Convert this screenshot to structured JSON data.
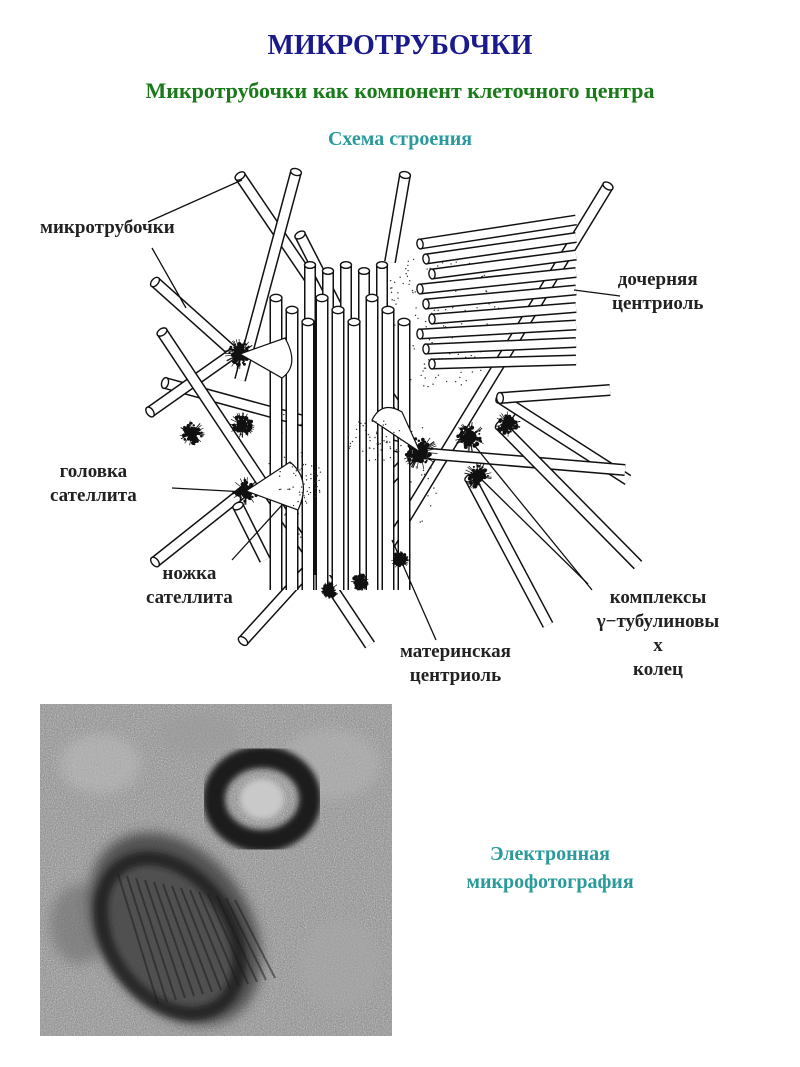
{
  "colors": {
    "title": "#1a1a8c",
    "subtitle": "#1a7a1a",
    "caption": "#2a9a9a",
    "label": "#222222",
    "ink": "#111111"
  },
  "header": {
    "title": "МИКРОТРУБОЧКИ",
    "subtitle": "Микротрубочки как компонент клеточного центра",
    "scheme_caption": "Схема строения"
  },
  "labels": {
    "microtubules": "микротрубочки",
    "daughter_1": "дочерняя",
    "daughter_2": "центриоль",
    "head_1": "головка",
    "head_2": "сателлита",
    "leg_1": "ножка",
    "leg_2": "сателлита",
    "mother_1": "материнская",
    "mother_2": "центриоль",
    "complex_1": "комплексы",
    "complex_2": "γ−тубулиновы",
    "complex_3": "х",
    "complex_4": "колец"
  },
  "photo": {
    "caption_1": "Электронная",
    "caption_2": "микрофотография"
  }
}
